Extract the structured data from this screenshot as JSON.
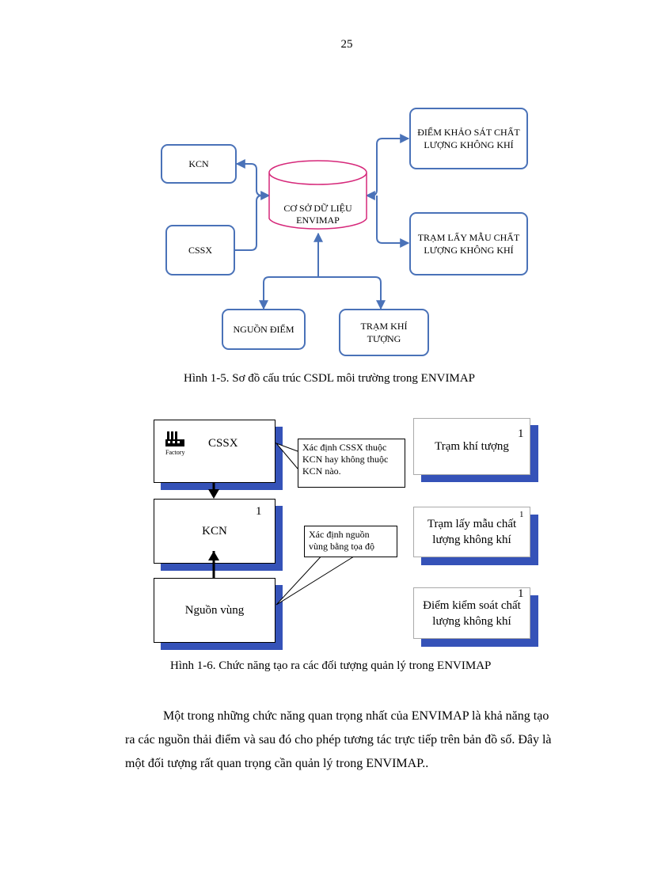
{
  "page_number": "25",
  "figure1": {
    "db_label_line1": "CƠ SỞ DỮ LIỆU",
    "db_label_line2": "ENVIMAP",
    "kcn": "KCN",
    "cssx": "CSSX",
    "diem_khao_sat_line1": "ĐIỂM KHẢO SÁT CHẤT",
    "diem_khao_sat_line2": "LƯỢNG KHÔNG KHÍ",
    "tram_lay_mau_line1": "TRẠM LẤY MẪU CHẤT",
    "tram_lay_mau_line2": "LƯỢNG KHÔNG KHÍ",
    "nguon_diem": "NGUỒN ĐIỂM",
    "tram_khi_tuong_line1": "TRẠM KHÍ",
    "tram_khi_tuong_line2": "TƯỢNG",
    "caption": "Hình 1-5. Sơ đồ cấu trúc CSDL môi trường trong ENVIMAP",
    "line_color": "#4a72b8",
    "db_color": "#d6287a"
  },
  "figure2": {
    "factory_label": "Factory",
    "cssx": "CSSX",
    "kcn": "KCN",
    "kcn_sup": "1",
    "nguon_vung": "Nguồn vùng",
    "callout1_line1": "Xác định CSSX thuộc",
    "callout1_line2": "KCN hay không thuộc",
    "callout1_line3": "KCN nào.",
    "callout2_line1": "Xác định nguồn",
    "callout2_line2": "vùng bằng tọa độ",
    "tram_khi_tuong": "Trạm khí tượng",
    "tram_khi_tuong_sup": "1",
    "tram_lay_mau_line1": "Trạm lấy mẫu chất",
    "tram_lay_mau_line2": "lượng không khí",
    "tram_lay_mau_sup": "1",
    "diem_kiem_soat_line1": "Điểm kiểm soát chất",
    "diem_kiem_soat_line2": "lượng không khí",
    "diem_kiem_soat_sup": "1",
    "caption": "Hình 1-6. Chức năng tạo ra các đối tượng quản lý trong ENVIMAP",
    "shadow_color": "#3552b8"
  },
  "paragraph": {
    "line1": "Một trong những chức năng quan trọng nhất của ENVIMAP là khả năng tạo",
    "line2": "ra các nguồn thải điểm và sau đó cho phép tương tác trực tiếp trên bản đồ số. Đây là",
    "line3": "một đối tượng rất quan trọng cần quản lý trong ENVIMAP.."
  }
}
